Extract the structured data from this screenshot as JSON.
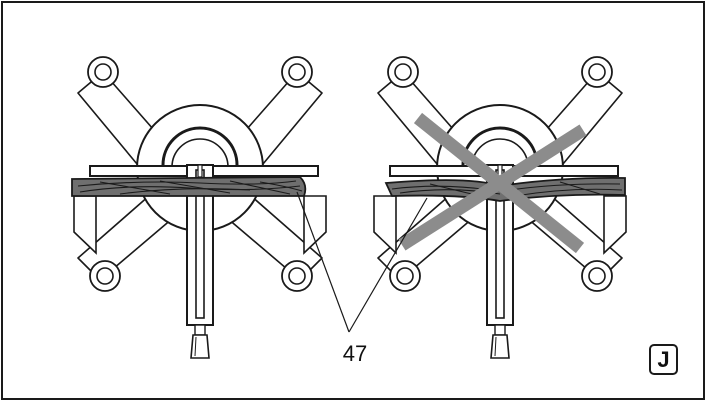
{
  "figure": {
    "callout_number": "47",
    "figure_letter": "J"
  },
  "views": [
    {
      "id": "correct",
      "crossed_out": false
    },
    {
      "id": "incorrect",
      "crossed_out": true
    }
  ],
  "colors": {
    "line": "#1a1a1a",
    "brush_fill": "#6f6f6f",
    "cross": "#8c8c8c",
    "background": "#ffffff"
  }
}
